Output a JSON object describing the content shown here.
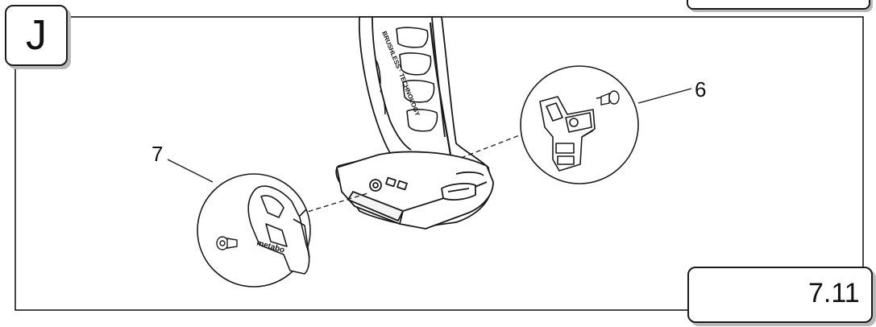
{
  "step": {
    "letter": "J"
  },
  "callouts": {
    "part6": "6",
    "part7": "7"
  },
  "reference": {
    "section": "7.11",
    "manual_icon": "read-manual-icon",
    "arrow_icon": "right-arrow-icon"
  },
  "tool": {
    "grip_text": "BRUSHLESS · TECHNOLOGY"
  },
  "clip": {
    "brand_text": "metabo"
  }
}
